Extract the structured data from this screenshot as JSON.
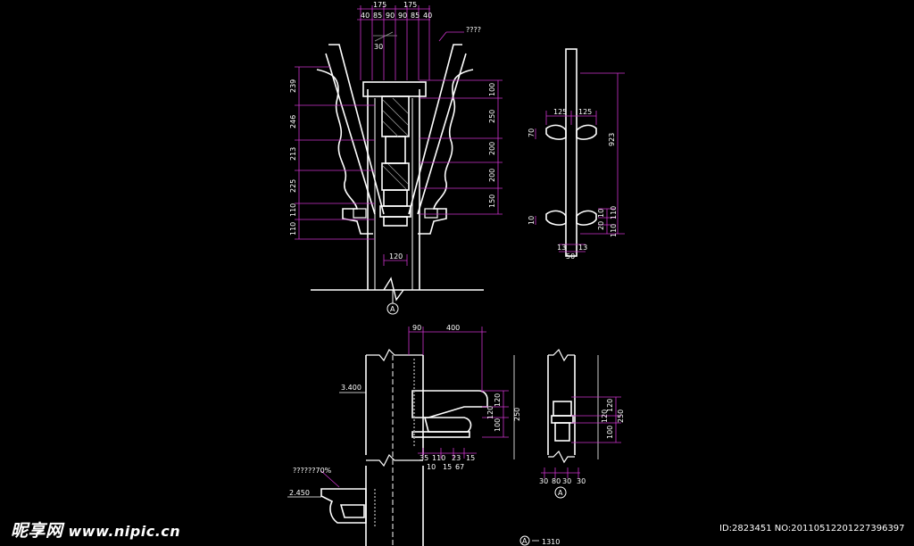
{
  "colors": {
    "background": "#000000",
    "line": "#ffffff",
    "dimension": "#cc33cc",
    "hatch": "#9a9a9a"
  },
  "drawing": {
    "top_widths": [
      "175",
      "175"
    ],
    "top_sub_widths": [
      "40",
      "85",
      "90",
      "90",
      "85",
      "40"
    ],
    "top_small_label": "30",
    "top_callout": "????",
    "left_heights": [
      "239",
      "246",
      "213",
      "225",
      "110",
      "110"
    ],
    "right_heights": [
      "100",
      "250",
      "200",
      "200",
      "150"
    ],
    "center_width": "120",
    "section_marker_a": "A",
    "side_widths": [
      "125",
      "125"
    ],
    "side_small": [
      "70",
      "10"
    ],
    "side_total": "923",
    "side_right_dims": [
      "10",
      "20",
      "110",
      "110"
    ],
    "side_bottom": [
      "13",
      "13",
      "50"
    ],
    "lower_top_dims": [
      "90",
      "400"
    ],
    "elevation_1": "3.400",
    "elevation_2": "2.450",
    "lower_note": "??????70%",
    "lower_right_dims": [
      "120",
      "120",
      "100",
      "250"
    ],
    "lower_bottom_dims": [
      "35",
      "110",
      "23",
      "15",
      "10",
      "15",
      "67"
    ],
    "right_detail_dims": [
      "120",
      "120",
      "100",
      "250"
    ],
    "right_detail_bottom": [
      "30",
      "80",
      "30",
      "30"
    ],
    "bottom_label": "1310",
    "bottom_marker": "A"
  },
  "watermark": {
    "brand": "昵享网",
    "site": "www.nipic.cn"
  },
  "image_id": "ID:2823451 NO:20110512201227396397"
}
